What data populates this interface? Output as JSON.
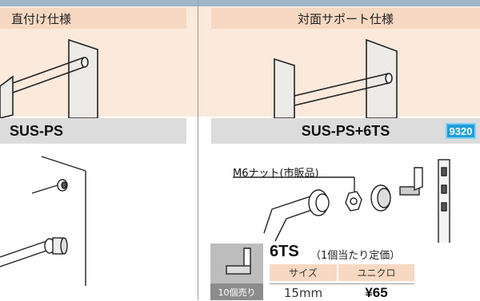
{
  "sections": {
    "direct": {
      "label": "直付け仕様",
      "bar": "SUS-PS"
    },
    "support": {
      "label": "対面サポート仕様",
      "bar": "SUS-PS+6TS",
      "code": "9320"
    }
  },
  "parts": {
    "nut_label": "M6ナット(市販品)"
  },
  "product": {
    "name": "6TS",
    "note": "（1個当たり定価）",
    "sale_unit": "10個売り",
    "table": {
      "headers": [
        "サイズ",
        "ユニクロ"
      ],
      "rows": [
        {
          "size": "15mm",
          "price": "¥65"
        }
      ]
    }
  },
  "colors": {
    "banner": "#fbe9dc",
    "label": "#f7d8c2",
    "bar": "#dcdcdc",
    "badge": "#1f9fd6"
  }
}
